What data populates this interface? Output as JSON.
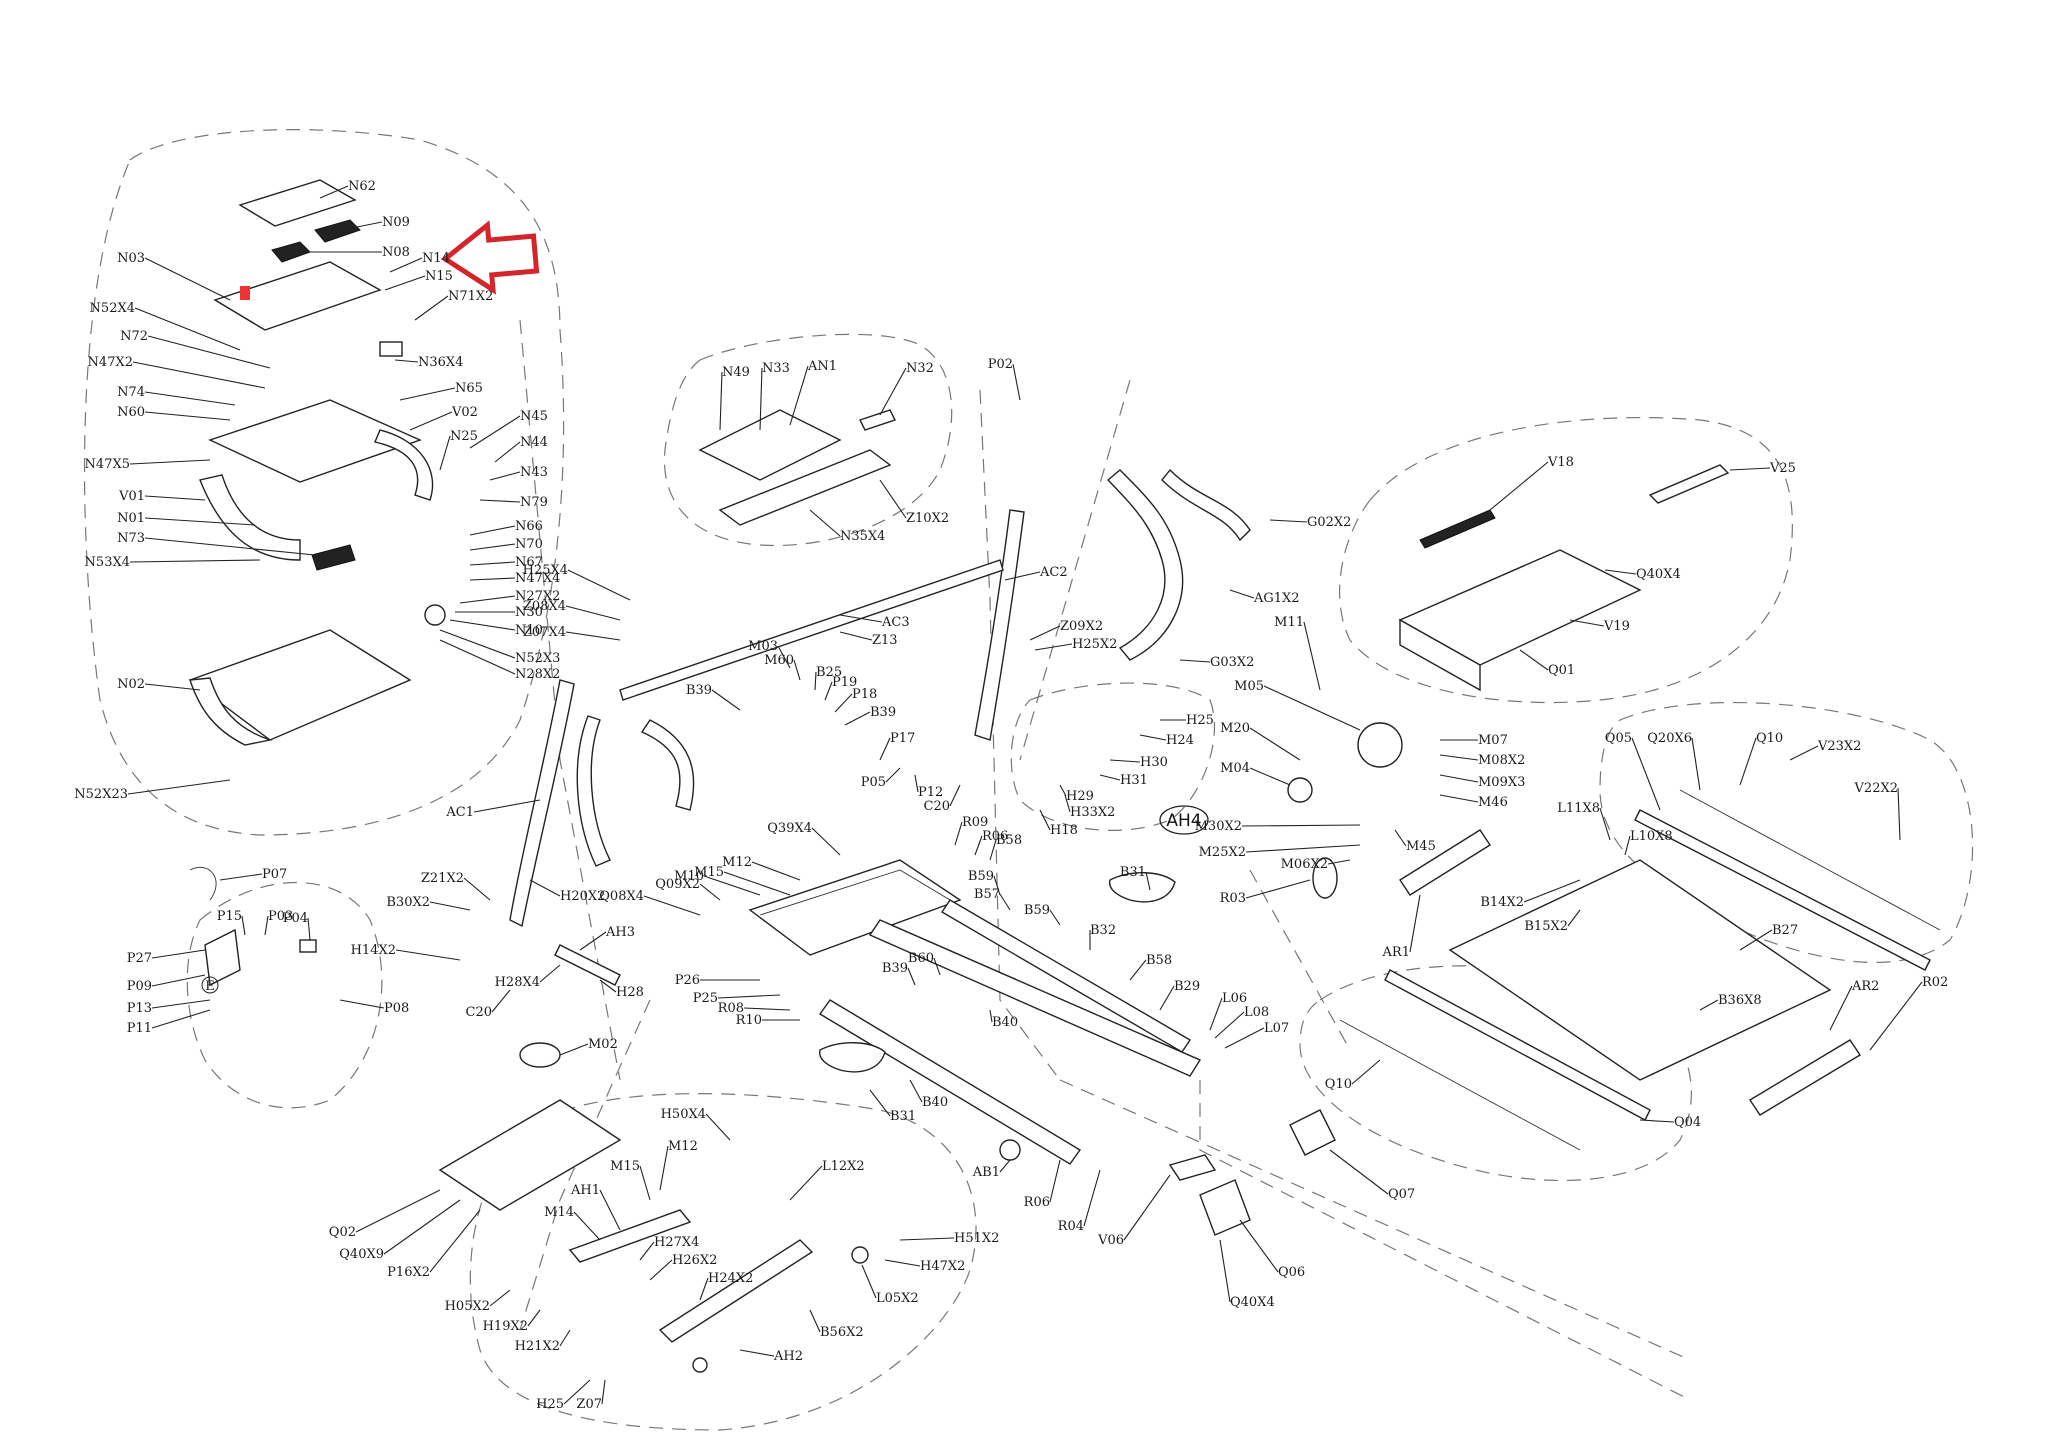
{
  "diagram": {
    "labels": [
      {
        "id": "N62",
        "t": "N62"
      },
      {
        "id": "N09",
        "t": "N09"
      },
      {
        "id": "N08",
        "t": "N08"
      },
      {
        "id": "N14",
        "t": "N14"
      },
      {
        "id": "N15",
        "t": "N15"
      },
      {
        "id": "N03",
        "t": "N03"
      },
      {
        "id": "N71X2",
        "t": "N71X2"
      },
      {
        "id": "N52X4",
        "t": "N52X4"
      },
      {
        "id": "N72",
        "t": "N72"
      },
      {
        "id": "N36X4",
        "t": "N36X4"
      },
      {
        "id": "N47X2",
        "t": "N47X2"
      },
      {
        "id": "N65",
        "t": "N65"
      },
      {
        "id": "N74",
        "t": "N74"
      },
      {
        "id": "N60",
        "t": "N60"
      },
      {
        "id": "V02",
        "t": "V02"
      },
      {
        "id": "N45",
        "t": "N45"
      },
      {
        "id": "N25",
        "t": "N25"
      },
      {
        "id": "N44",
        "t": "N44"
      },
      {
        "id": "N43",
        "t": "N43"
      },
      {
        "id": "N47X5",
        "t": "N47X5"
      },
      {
        "id": "V01",
        "t": "V01"
      },
      {
        "id": "N79",
        "t": "N79"
      },
      {
        "id": "N01",
        "t": "N01"
      },
      {
        "id": "N66",
        "t": "N66"
      },
      {
        "id": "N73",
        "t": "N73"
      },
      {
        "id": "N70",
        "t": "N70"
      },
      {
        "id": "N53X4",
        "t": "N53X4"
      },
      {
        "id": "N67",
        "t": "N67"
      },
      {
        "id": "N47X4",
        "t": "N47X4"
      },
      {
        "id": "N27X2",
        "t": "N27X2"
      },
      {
        "id": "N30",
        "t": "N30"
      },
      {
        "id": "N10",
        "t": "N10"
      },
      {
        "id": "N52X3",
        "t": "N52X3"
      },
      {
        "id": "N28X2",
        "t": "N28X2"
      },
      {
        "id": "N02",
        "t": "N02"
      },
      {
        "id": "N52X23",
        "t": "N52X23"
      },
      {
        "id": "N49",
        "t": "N49"
      },
      {
        "id": "N33",
        "t": "N33"
      },
      {
        "id": "AN1",
        "t": "AN1"
      },
      {
        "id": "N32",
        "t": "N32"
      },
      {
        "id": "Z10X2",
        "t": "Z10X2"
      },
      {
        "id": "N35X4",
        "t": "N35X4"
      },
      {
        "id": "P02",
        "t": "P02"
      },
      {
        "id": "G02X2",
        "t": "G02X2"
      },
      {
        "id": "AC2",
        "t": "AC2"
      },
      {
        "id": "AG1X2",
        "t": "AG1X2"
      },
      {
        "id": "H25X4",
        "t": "H25X4"
      },
      {
        "id": "AC3",
        "t": "AC3"
      },
      {
        "id": "Z13",
        "t": "Z13"
      },
      {
        "id": "Z08X4",
        "t": "Z08X4"
      },
      {
        "id": "Z07X4",
        "t": "Z07X4"
      },
      {
        "id": "Z09X2",
        "t": "Z09X2"
      },
      {
        "id": "H25X2",
        "t": "H25X2"
      },
      {
        "id": "G03X2",
        "t": "G03X2"
      },
      {
        "id": "M03",
        "t": "M03"
      },
      {
        "id": "M60",
        "t": "M60"
      },
      {
        "id": "B25",
        "t": "B25"
      },
      {
        "id": "P19",
        "t": "P19"
      },
      {
        "id": "B39a",
        "t": "B39"
      },
      {
        "id": "P18",
        "t": "P18"
      },
      {
        "id": "B39b",
        "t": "B39"
      },
      {
        "id": "H25",
        "t": "H25"
      },
      {
        "id": "H24",
        "t": "H24"
      },
      {
        "id": "P17",
        "t": "P17"
      },
      {
        "id": "H30",
        "t": "H30"
      },
      {
        "id": "H31",
        "t": "H31"
      },
      {
        "id": "H29",
        "t": "H29"
      },
      {
        "id": "P05",
        "t": "P05"
      },
      {
        "id": "P12",
        "t": "P12"
      },
      {
        "id": "C20a",
        "t": "C20"
      },
      {
        "id": "H33X2",
        "t": "H33X2"
      },
      {
        "id": "H18",
        "t": "H18"
      },
      {
        "id": "AC1",
        "t": "AC1"
      },
      {
        "id": "V18",
        "t": "V18"
      },
      {
        "id": "V25",
        "t": "V25"
      },
      {
        "id": "Q40X4a",
        "t": "Q40X4"
      },
      {
        "id": "V19",
        "t": "V19"
      },
      {
        "id": "Q01",
        "t": "Q01"
      },
      {
        "id": "M11",
        "t": "M11"
      },
      {
        "id": "M05",
        "t": "M05"
      },
      {
        "id": "M07",
        "t": "M07"
      },
      {
        "id": "M20",
        "t": "M20"
      },
      {
        "id": "M08X2",
        "t": "M08X2"
      },
      {
        "id": "M04",
        "t": "M04"
      },
      {
        "id": "M09X3",
        "t": "M09X3"
      },
      {
        "id": "M46",
        "t": "M46"
      },
      {
        "id": "M30X2",
        "t": "M30X2"
      },
      {
        "id": "M45",
        "t": "M45"
      },
      {
        "id": "M25X2",
        "t": "M25X2"
      },
      {
        "id": "M06X2",
        "t": "M06X2"
      },
      {
        "id": "R03",
        "t": "R03"
      },
      {
        "id": "Q05",
        "t": "Q05"
      },
      {
        "id": "Q20X6",
        "t": "Q20X6"
      },
      {
        "id": "Q10a",
        "t": "Q10"
      },
      {
        "id": "V23X2",
        "t": "V23X2"
      },
      {
        "id": "V22X2",
        "t": "V22X2"
      },
      {
        "id": "L11X8",
        "t": "L11X8"
      },
      {
        "id": "L10X8",
        "t": "L10X8"
      },
      {
        "id": "B14X2",
        "t": "B14X2"
      },
      {
        "id": "B15X2",
        "t": "B15X2"
      },
      {
        "id": "AR1",
        "t": "AR1"
      },
      {
        "id": "B27",
        "t": "B27"
      },
      {
        "id": "B36X8",
        "t": "B36X8"
      },
      {
        "id": "AR2",
        "t": "AR2"
      },
      {
        "id": "R02",
        "t": "R02"
      },
      {
        "id": "Q10b",
        "t": "Q10"
      },
      {
        "id": "Q04",
        "t": "Q04"
      },
      {
        "id": "Q07",
        "t": "Q07"
      },
      {
        "id": "Q06",
        "t": "Q06"
      },
      {
        "id": "Q40X4b",
        "t": "Q40X4"
      },
      {
        "id": "V06",
        "t": "V06"
      },
      {
        "id": "R04",
        "t": "R04"
      },
      {
        "id": "R06",
        "t": "R06"
      },
      {
        "id": "AB1",
        "t": "AB1"
      },
      {
        "id": "L06",
        "t": "L06"
      },
      {
        "id": "L08",
        "t": "L08"
      },
      {
        "id": "L07",
        "t": "L07"
      },
      {
        "id": "B29",
        "t": "B29"
      },
      {
        "id": "B58a",
        "t": "B58"
      },
      {
        "id": "B31a",
        "t": "B31"
      },
      {
        "id": "B32",
        "t": "B32"
      },
      {
        "id": "B59a",
        "t": "B59"
      },
      {
        "id": "B57",
        "t": "B57"
      },
      {
        "id": "B59b",
        "t": "B59"
      },
      {
        "id": "B58b",
        "t": "B58"
      },
      {
        "id": "R06b",
        "t": "R06"
      },
      {
        "id": "R09",
        "t": "R09"
      },
      {
        "id": "Q39X4",
        "t": "Q39X4"
      },
      {
        "id": "M12a",
        "t": "M12"
      },
      {
        "id": "M10",
        "t": "M10"
      },
      {
        "id": "M15a",
        "t": "M15"
      },
      {
        "id": "Q09X2",
        "t": "Q09X2"
      },
      {
        "id": "Q08X4",
        "t": "Q08X4"
      },
      {
        "id": "B60",
        "t": "B60"
      },
      {
        "id": "B39c",
        "t": "B39"
      },
      {
        "id": "B40a",
        "t": "B40"
      },
      {
        "id": "B40b",
        "t": "B40"
      },
      {
        "id": "B31b",
        "t": "B31"
      },
      {
        "id": "P26",
        "t": "P26"
      },
      {
        "id": "P25",
        "t": "P25"
      },
      {
        "id": "R08",
        "t": "R08"
      },
      {
        "id": "R10",
        "t": "R10"
      },
      {
        "id": "P07",
        "t": "P07"
      },
      {
        "id": "P15",
        "t": "P15"
      },
      {
        "id": "P03",
        "t": "P03"
      },
      {
        "id": "P04",
        "t": "P04"
      },
      {
        "id": "P27",
        "t": "P27"
      },
      {
        "id": "P09",
        "t": "P09"
      },
      {
        "id": "P13",
        "t": "P13"
      },
      {
        "id": "P11",
        "t": "P11"
      },
      {
        "id": "P08",
        "t": "P08"
      },
      {
        "id": "Z21X2",
        "t": "Z21X2"
      },
      {
        "id": "B30X2",
        "t": "B30X2"
      },
      {
        "id": "H20X2",
        "t": "H20X2"
      },
      {
        "id": "H14X2",
        "t": "H14X2"
      },
      {
        "id": "AH3",
        "t": "AH3"
      },
      {
        "id": "H28X4",
        "t": "H28X4"
      },
      {
        "id": "C20b",
        "t": "C20"
      },
      {
        "id": "H28",
        "t": "H28"
      },
      {
        "id": "M02",
        "t": "M02"
      },
      {
        "id": "Q02",
        "t": "Q02"
      },
      {
        "id": "Q40X9",
        "t": "Q40X9"
      },
      {
        "id": "P16X2",
        "t": "P16X2"
      },
      {
        "id": "H50X4",
        "t": "H50X4"
      },
      {
        "id": "M12b",
        "t": "M12"
      },
      {
        "id": "M15b",
        "t": "M15"
      },
      {
        "id": "L12X2",
        "t": "L12X2"
      },
      {
        "id": "AH1",
        "t": "AH1"
      },
      {
        "id": "M14",
        "t": "M14"
      },
      {
        "id": "H27X4",
        "t": "H27X4"
      },
      {
        "id": "H26X2",
        "t": "H26X2"
      },
      {
        "id": "H51X2",
        "t": "H51X2"
      },
      {
        "id": "H47X2",
        "t": "H47X2"
      },
      {
        "id": "H24X2",
        "t": "H24X2"
      },
      {
        "id": "L05X2",
        "t": "L05X2"
      },
      {
        "id": "H05X2",
        "t": "H05X2"
      },
      {
        "id": "H19X2",
        "t": "H19X2"
      },
      {
        "id": "H21X2",
        "t": "H21X2"
      },
      {
        "id": "B56X2",
        "t": "B56X2"
      },
      {
        "id": "AH2",
        "t": "AH2"
      },
      {
        "id": "H25b",
        "t": "H25"
      },
      {
        "id": "Z07",
        "t": "Z07"
      }
    ],
    "callout": "AH4",
    "ground_mark": "E"
  }
}
